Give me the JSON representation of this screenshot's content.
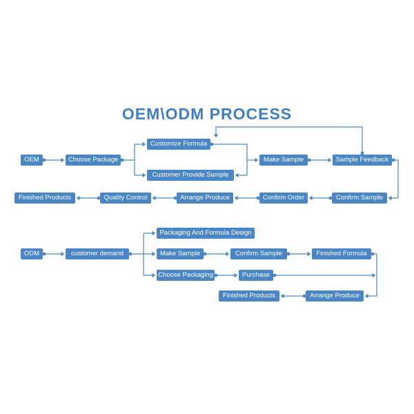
{
  "title": "OEM\\ODM  PROCESS",
  "colors": {
    "accent": "#4a86c5",
    "title": "#3f7fc1",
    "node_text": "#ffffff"
  },
  "oem_flow": {
    "start": "OEM",
    "choose_package": "Choose Package",
    "customize_formula": "Customize Formula",
    "customer_provide_sample": "Customer Provide Sample",
    "make_sample": "Make Sample",
    "sample_feedback": "Sample Feedback",
    "confirm_sample": "Confirm Sample",
    "confirm_order": "Confirm Order",
    "arrange_produce": "Arrange Produce",
    "quality_control": "Quality Control",
    "finished_products": "Finished Products"
  },
  "odm_flow": {
    "start": "ODM",
    "customer_demand": "customer demand",
    "packaging_formula_design": "Packaging And Formula Design",
    "make_sample": "Make Sample",
    "confirm_sample": "Confirm Sample",
    "finished_formula": "Finished Formula",
    "choose_packaging": "Choose Packaging",
    "purchase": "Purchase",
    "arrange_produce": "Arrange Produce",
    "finished_products": "Finished Products"
  }
}
